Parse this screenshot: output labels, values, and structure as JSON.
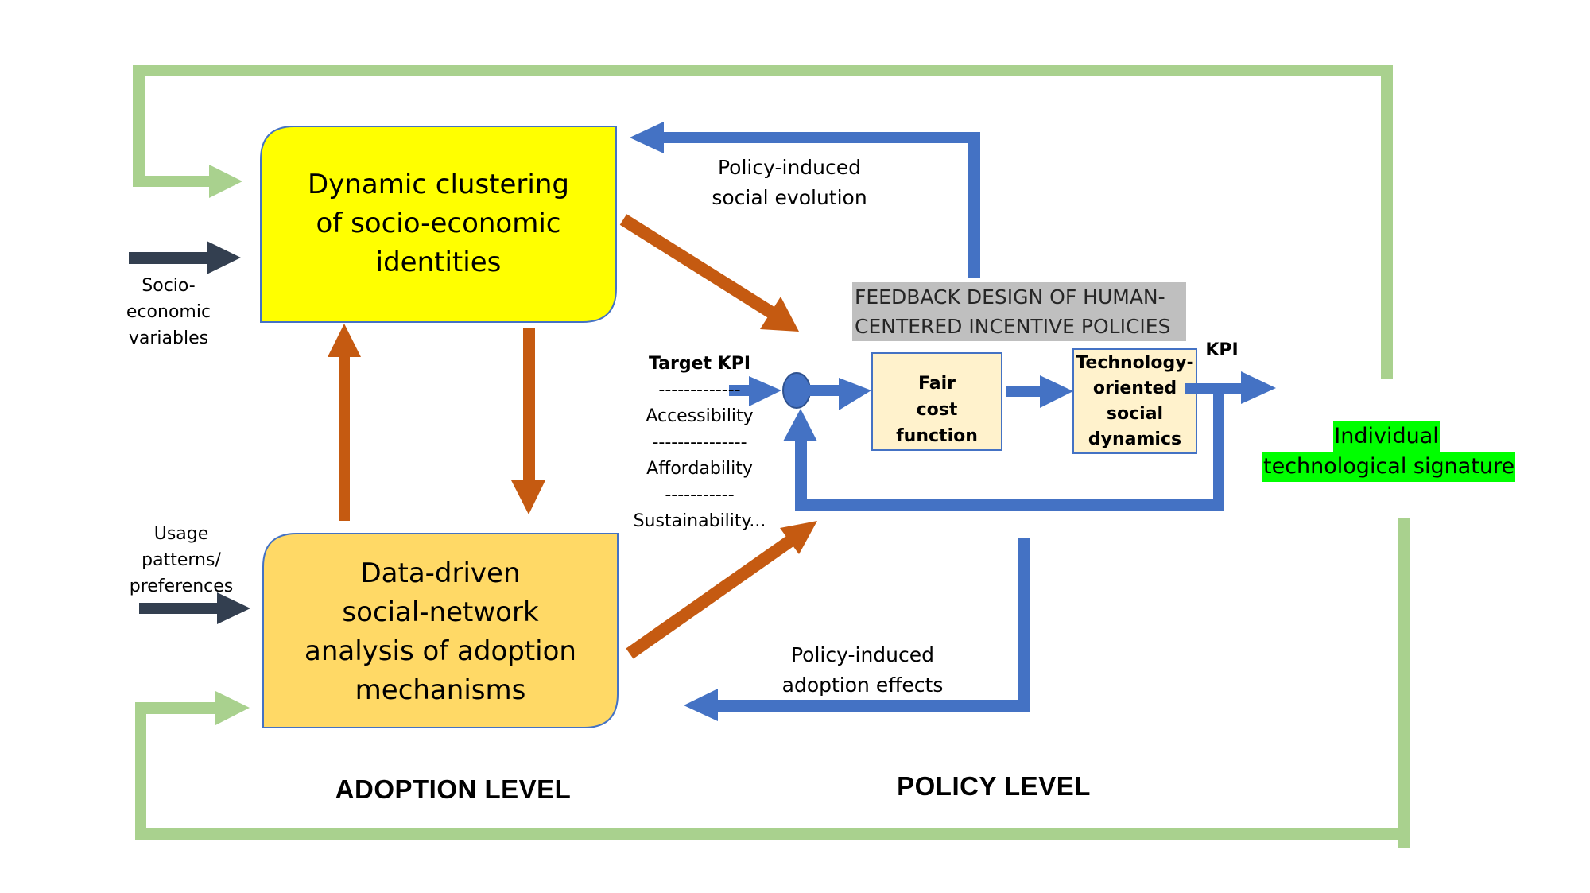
{
  "diagram": {
    "colors": {
      "outer_loop": "#a9d18e",
      "policy_flow": "#4472c4",
      "adoption_flow": "#c55a11",
      "external_input": "#333f50",
      "clustering_box": "#ffff00",
      "network_box": "#ffd966",
      "control_box": "#fff2cc",
      "title_highlight": "#bfbfbf",
      "signature_highlight": "#00ff00"
    },
    "adoption_level": {
      "title": "ADOPTION LEVEL",
      "clustering_box": [
        "Dynamic clustering",
        "of socio-economic",
        "identities"
      ],
      "network_box": [
        "Data-driven",
        "social-network",
        "analysis of adoption",
        "mechanisms"
      ],
      "socio_input": [
        "Socio-",
        "economic",
        "variables"
      ],
      "usage_input": [
        "Usage",
        "patterns/",
        "preferences"
      ]
    },
    "policy_level": {
      "title": "POLICY LEVEL",
      "feedback_title": [
        "FEEDBACK DESIGN OF HUMAN-",
        "CENTERED INCENTIVE POLICIES"
      ],
      "social_evolution": [
        "Policy-induced",
        "social evolution"
      ],
      "adoption_effects": [
        "Policy-induced",
        "adoption effects"
      ],
      "target_kpi": {
        "title": "Target KPI",
        "items": [
          "-------------",
          "Accessibility",
          "---------------",
          "Affordability",
          "-----------",
          "Sustainability..."
        ]
      },
      "fair_cost_box": [
        "Fair",
        "cost",
        "function"
      ],
      "tech_box": [
        "Technology-",
        "oriented",
        "social",
        "dynamics"
      ],
      "output_label": "KPI"
    },
    "signature": [
      "Individual",
      "technological signature"
    ]
  }
}
